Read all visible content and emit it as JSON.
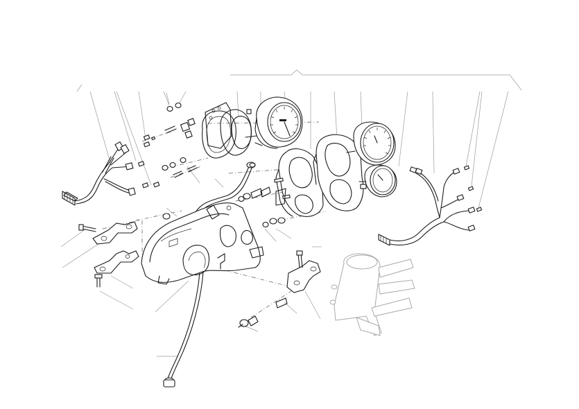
{
  "diagram": {
    "parts": [
      {
        "name": "speedometer-gauge"
      },
      {
        "name": "tachometer-gauge"
      },
      {
        "name": "small-gauge"
      },
      {
        "name": "instrument-panel-housing"
      },
      {
        "name": "gauge-cover-plate"
      },
      {
        "name": "wiring-harness-left"
      },
      {
        "name": "wiring-harness-right"
      },
      {
        "name": "speedometer-cable"
      },
      {
        "name": "bracket-plate"
      },
      {
        "name": "bracket-lower"
      },
      {
        "name": "frame-section"
      },
      {
        "name": "gauge-cup"
      },
      {
        "name": "clamp-bracket"
      }
    ]
  }
}
